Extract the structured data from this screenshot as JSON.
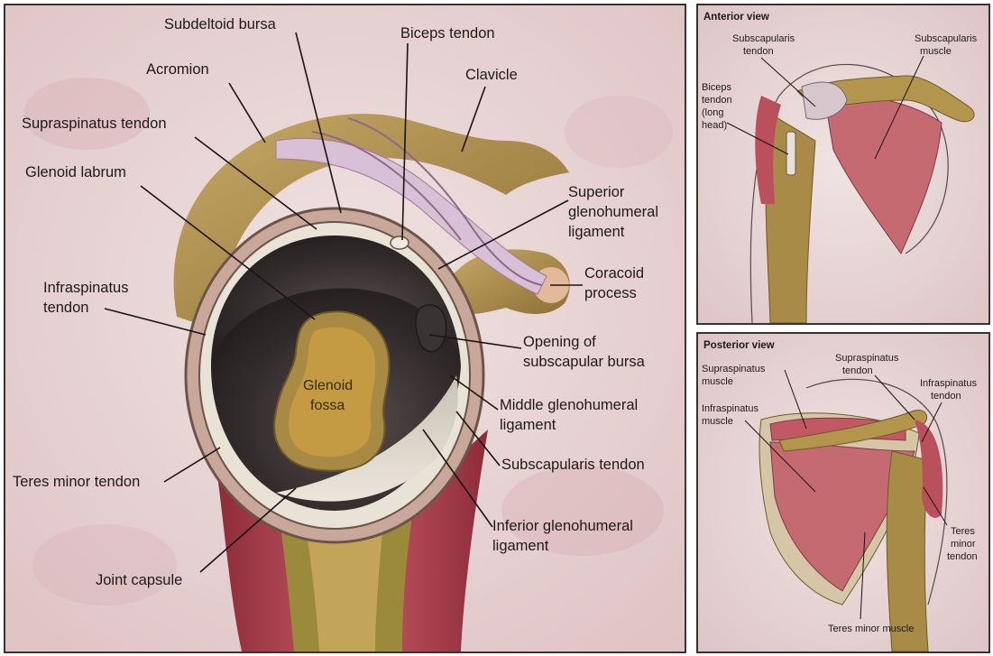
{
  "main_labels": {
    "subdeltoid_bursa": "Subdeltoid bursa",
    "biceps_tendon": "Biceps tendon",
    "acromion": "Acromion",
    "clavicle": "Clavicle",
    "supraspinatus_tendon": "Supraspinatus tendon",
    "glenoid_labrum": "Glenoid labrum",
    "superior_gh_line1": "Superior",
    "superior_gh_line2": "glenohumeral",
    "superior_gh_line3": "ligament",
    "infraspinatus_line1": "Infraspinatus",
    "infraspinatus_line2": "tendon",
    "coracoid_line1": "Coracoid",
    "coracoid_line2": "process",
    "opening_line1": "Opening of",
    "opening_line2": "subscapular bursa",
    "glenoid_fossa_line1": "Glenoid",
    "glenoid_fossa_line2": "fossa",
    "middle_gh_line1": "Middle glenohumeral",
    "middle_gh_line2": "ligament",
    "teres_minor_tendon": "Teres minor tendon",
    "subscapularis_tendon": "Subscapularis tendon",
    "inferior_gh_line1": "Inferior glenohumeral",
    "inferior_gh_line2": "ligament",
    "joint_capsule": "Joint capsule"
  },
  "anterior": {
    "title": "Anterior view",
    "subscap_tendon_line1": "Subscapularis",
    "subscap_tendon_line2": "tendon",
    "subscap_muscle_line1": "Subscapularis",
    "subscap_muscle_line2": "muscle",
    "biceps_line1": "Biceps",
    "biceps_line2": "tendon",
    "biceps_line3": "(long",
    "biceps_line4": "head)"
  },
  "posterior": {
    "title": "Posterior view",
    "supra_muscle_line1": "Supraspinatus",
    "supra_muscle_line2": "muscle",
    "supra_tendon_line1": "Supraspinatus",
    "supra_tendon_line2": "tendon",
    "infra_tendon_line1": "Infraspinatus",
    "infra_tendon_line2": "tendon",
    "infra_muscle_line1": "Infraspinatus",
    "infra_muscle_line2": "muscle",
    "teres_tendon_line1": "Teres",
    "teres_tendon_line2": "minor",
    "teres_tendon_line3": "tendon",
    "teres_muscle": "Teres minor muscle"
  },
  "colors": {
    "background": "#e9d5d3",
    "bone": "#b89a55",
    "muscle": "#b8505a",
    "tendon": "#d9c4d4",
    "fossa": "#c2953f",
    "cavity": "#2e2828"
  }
}
